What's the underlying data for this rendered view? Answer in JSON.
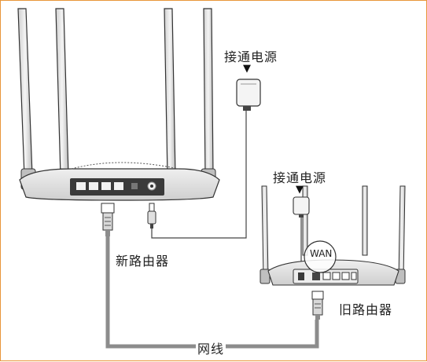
{
  "labels": {
    "power_top": "接通电源",
    "power_bottom": "接通电源",
    "new_router": "新路由器",
    "old_router": "旧路由器",
    "cable": "网线",
    "wan": "WAN"
  },
  "colors": {
    "cable": "#8c8c8c",
    "device_body": "#e6e6e6",
    "device_dark": "#3a3a3a",
    "frame": "#e8963a"
  },
  "icons": {
    "arrow_top": "arrow-down-icon",
    "arrow_bottom": "arrow-down-icon",
    "adapter_top": "power-adapter-icon",
    "adapter_bottom": "power-adapter-icon"
  }
}
